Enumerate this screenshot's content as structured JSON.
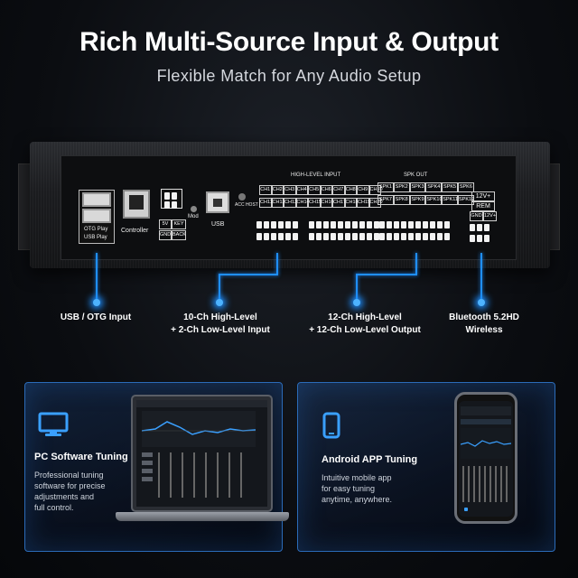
{
  "header": {
    "title": "Rich Multi-Source Input & Output",
    "subtitle": "Flexible Match for Any Audio Setup"
  },
  "device": {
    "otg_play": "OTG Play",
    "usb_play": "USB Play",
    "controller": "Controller",
    "mod": "Mod",
    "five_v": "5V",
    "key": "KEY",
    "gnd": "GND",
    "back": "BACK",
    "usb": "USB",
    "acc_host": "ACC HOST",
    "high_level_input": "HIGH-LEVEL INPUT",
    "hl_row1": [
      "CH1",
      "CH2",
      "CH3",
      "CH4",
      "CH5",
      "CH6",
      "CH7",
      "CH8",
      "CH9",
      "CH10"
    ],
    "hl_row2": [
      "CH11",
      "CH12",
      "CH13",
      "CH14",
      "CH15",
      "CH16",
      "CH17",
      "CH18",
      "CH19",
      "CH20"
    ],
    "spk_out": "SPK OUT",
    "spk_row1": [
      "SPK1",
      "SPK2",
      "SPK3",
      "SPK4",
      "SPK5",
      "SPK6"
    ],
    "spk_row2": [
      "SPK7",
      "SPK8",
      "SPK9",
      "SPK10",
      "SPK11",
      "SPK12"
    ],
    "power_12v": "12V+",
    "rem": "REM",
    "gnd2": "GND",
    "power_12v_2": "12V+"
  },
  "callouts": {
    "usb": "USB / OTG Input",
    "input_line1": "10-Ch High-Level",
    "input_line2": "+ 2-Ch Low-Level Input",
    "output_line1": "12-Ch High-Level",
    "output_line2": "+ 12-Ch Low-Level Output",
    "bt_line1": "Bluetooth 5.2HD",
    "bt_line2": "Wireless"
  },
  "cards": {
    "pc": {
      "title": "PC Software Tuning",
      "desc": [
        "Professional tuning",
        "software for precise",
        "adjustments and",
        "full control."
      ]
    },
    "android": {
      "title": "Android APP Tuning",
      "desc": [
        "Intuitive mobile app",
        "for easy tuning",
        "anytime, anywhere."
      ]
    }
  },
  "colors": {
    "accent": "#1f8fff",
    "card_border": "#2b6bb8"
  }
}
